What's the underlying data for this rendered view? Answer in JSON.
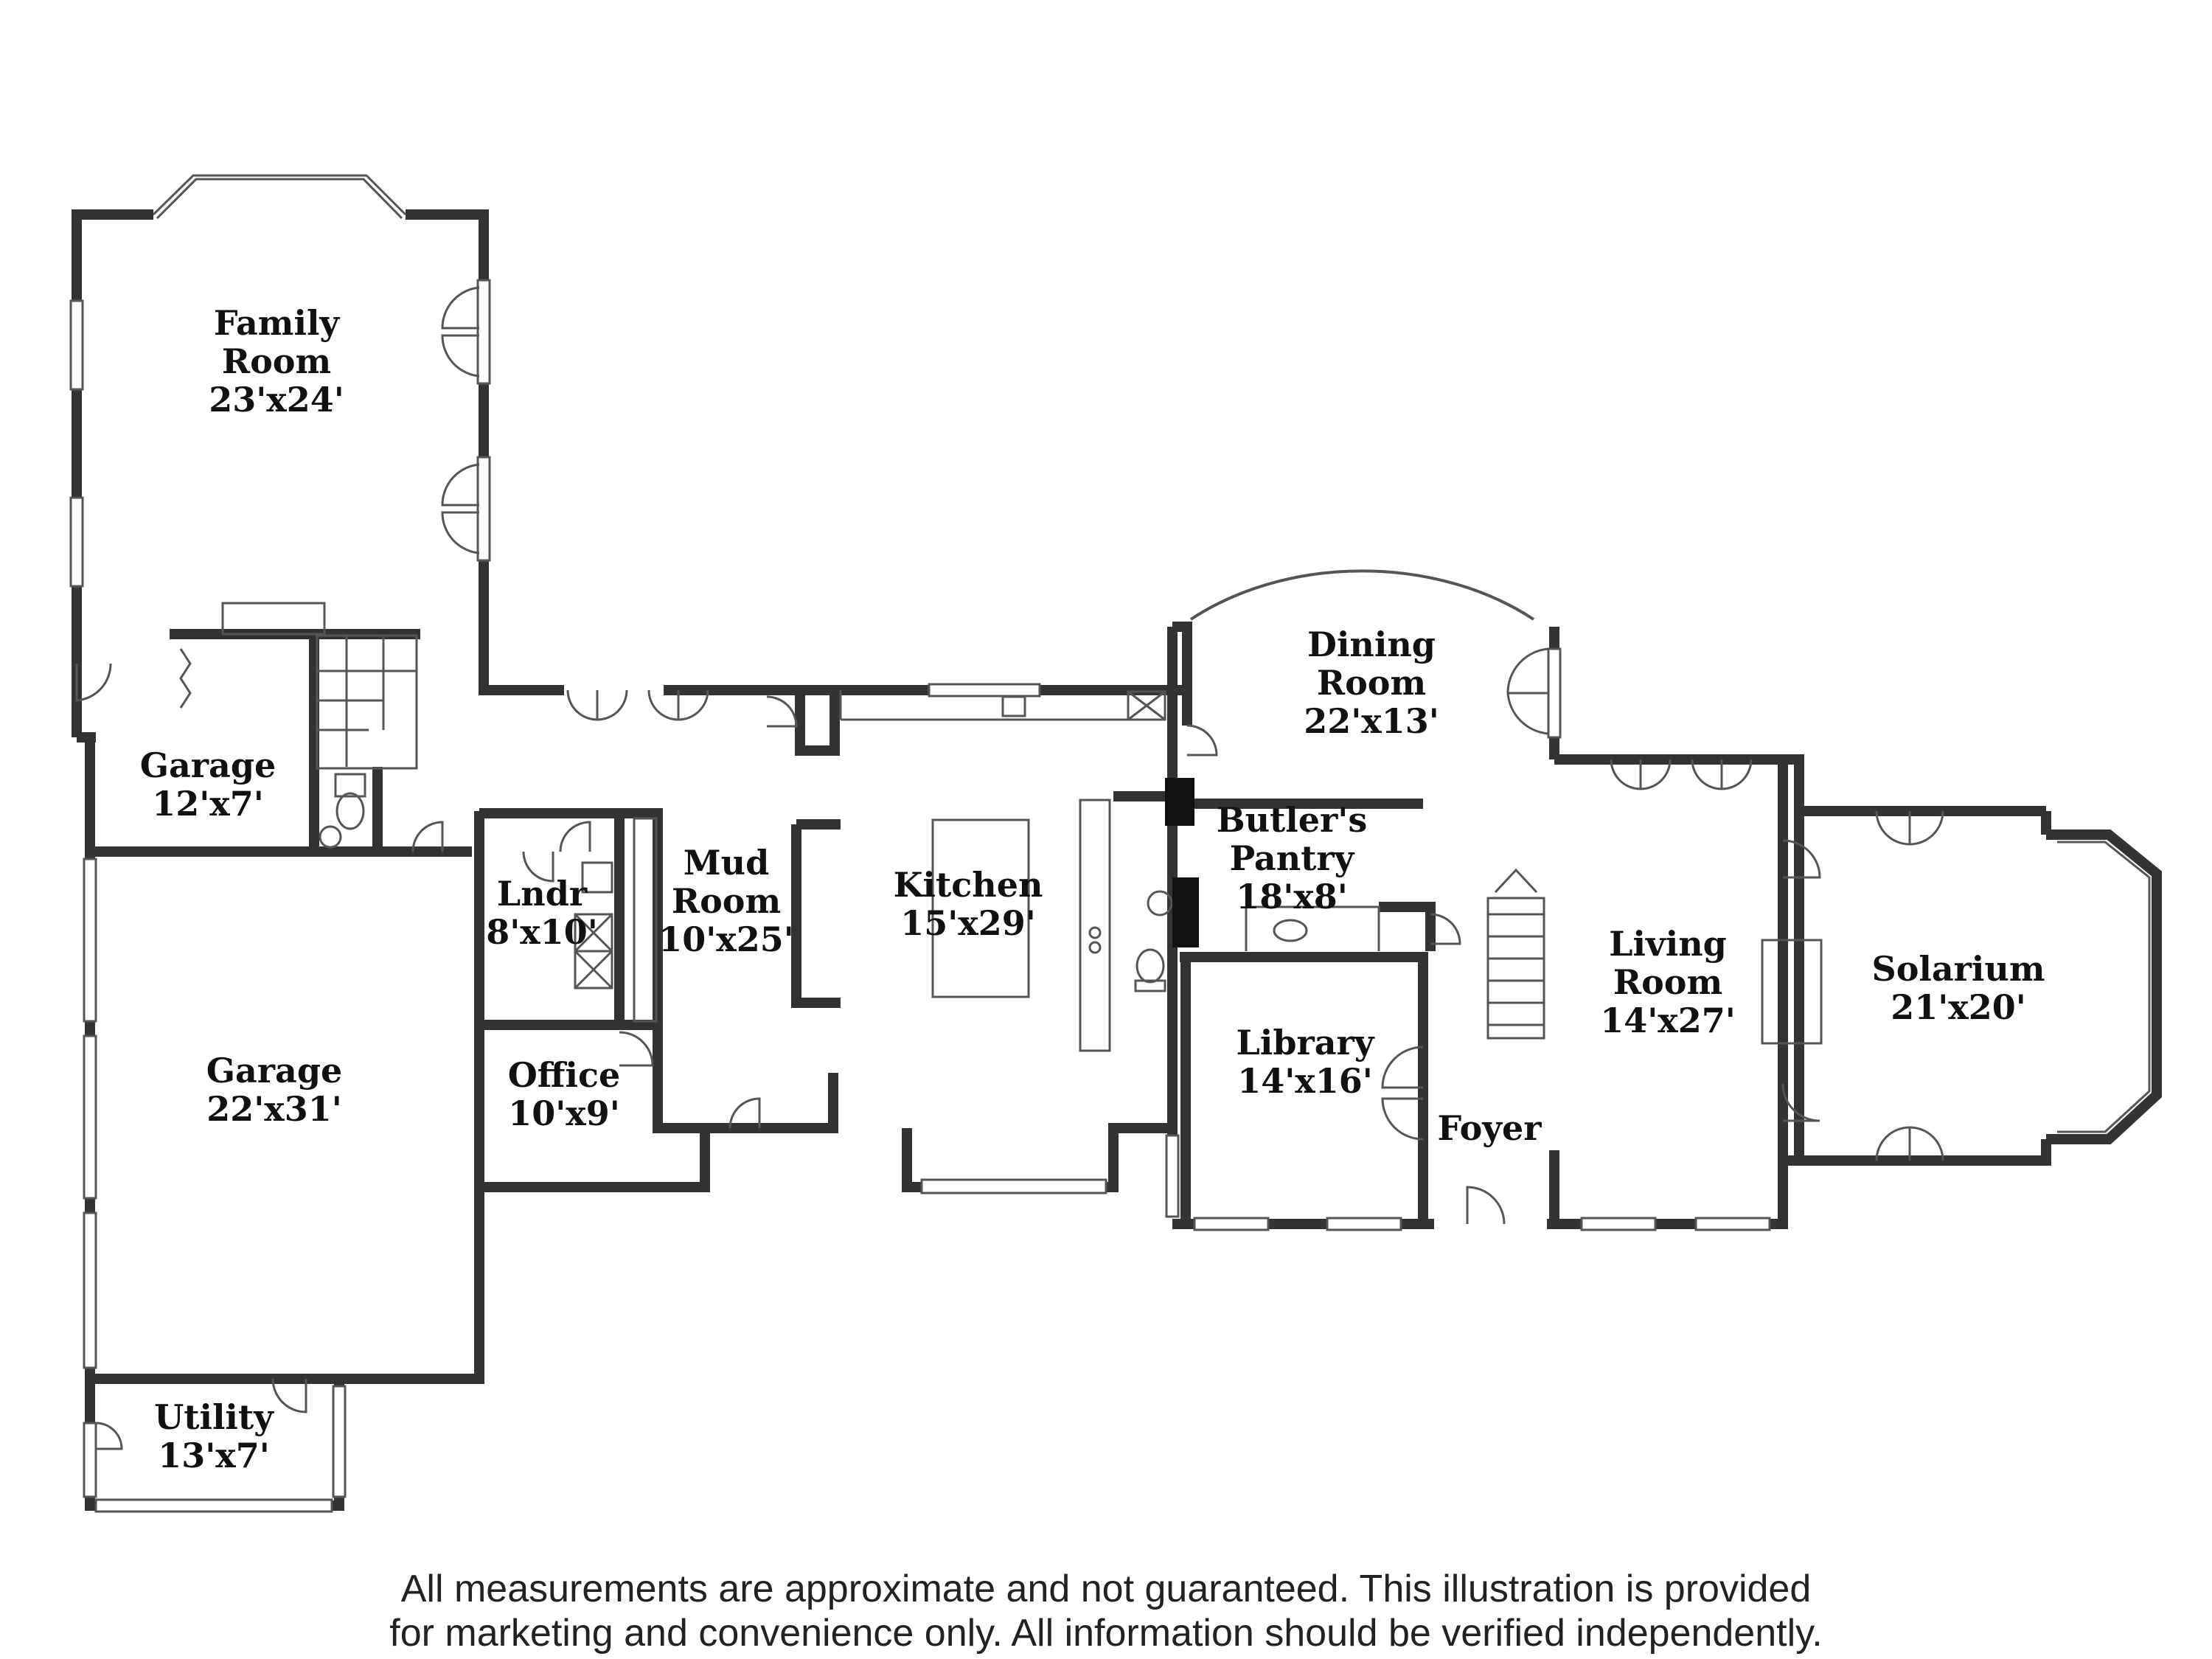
{
  "rooms": {
    "family_room": {
      "name_line1": "Family",
      "name_line2": "Room",
      "dims": "23'x24'"
    },
    "garage_small": {
      "name": "Garage",
      "dims": "12'x7'"
    },
    "garage_large": {
      "name": "Garage",
      "dims": "22'x31'"
    },
    "utility": {
      "name": "Utility",
      "dims": "13'x7'"
    },
    "laundry": {
      "name": "Lndr",
      "dims": "8'x10'"
    },
    "office": {
      "name": "Office",
      "dims": "10'x9'"
    },
    "mud_room": {
      "name_line1": "Mud",
      "name_line2": "Room",
      "dims": "10'x25'"
    },
    "kitchen": {
      "name": "Kitchen",
      "dims": "15'x29'"
    },
    "dining_room": {
      "name_line1": "Dining",
      "name_line2": "Room",
      "dims": "22'x13'"
    },
    "butlers_pantry": {
      "name_line1": "Butler's",
      "name_line2": "Pantry",
      "dims": "18'x8'"
    },
    "library": {
      "name": "Library",
      "dims": "14'x16'"
    },
    "foyer": {
      "name": "Foyer"
    },
    "living_room": {
      "name_line1": "Living",
      "name_line2": "Room",
      "dims": "14'x27'"
    },
    "solarium": {
      "name": "Solarium",
      "dims": "21'x20'"
    }
  },
  "disclaimer": {
    "line1": "All measurements are approximate and not guaranteed. This illustration is provided",
    "line2": "for marketing and convenience only. All information should be verified independently."
  },
  "colors": {
    "wall": "#333333",
    "background": "#ffffff",
    "fixture": "#555555"
  }
}
